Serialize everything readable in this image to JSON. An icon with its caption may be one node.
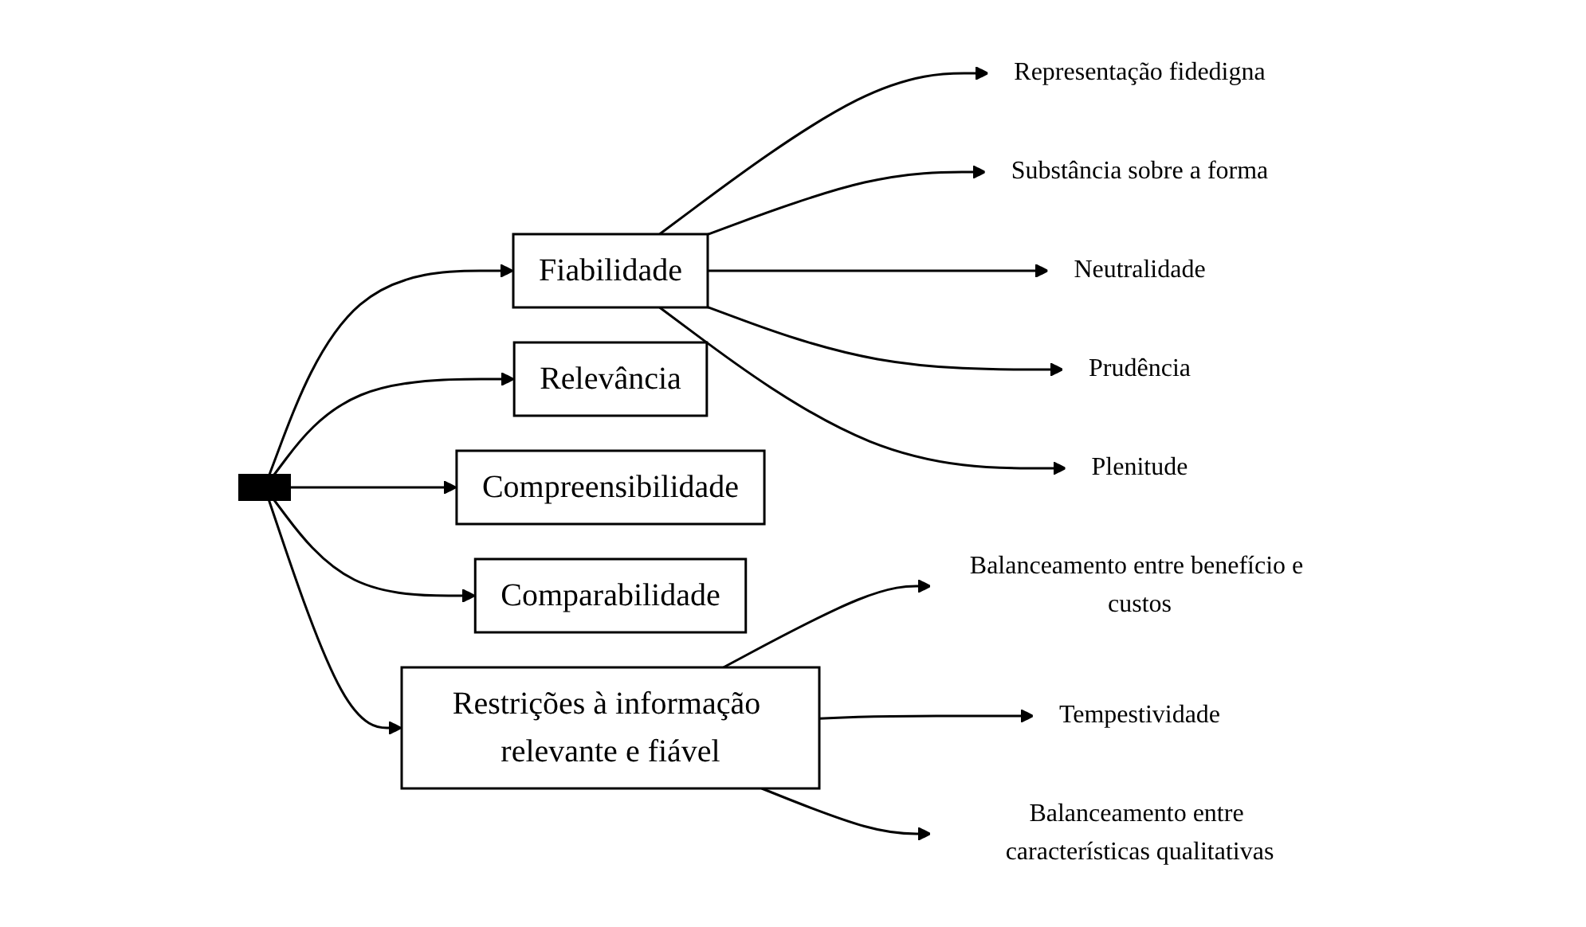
{
  "diagram": {
    "nodes": [
      {
        "text": [],
        "shape": "bar"
      },
      {
        "text": [
          "Relevância"
        ]
      },
      {
        "text": [
          "Compreensibilidade"
        ]
      },
      {
        "text": [
          "Comparabilidade"
        ]
      },
      {
        "text": [
          "Fiabilidade"
        ]
      },
      {
        "text": [
          "Restrições à informação relevante e fiável"
        ]
      },
      {
        "text": [
          "Representação fidedigna"
        ]
      },
      {
        "text": [
          "Substância sobre a forma"
        ]
      },
      {
        "text": [
          "Neutralidade"
        ]
      },
      {
        "text": [
          "Prudência"
        ]
      },
      {
        "text": [
          "Plenitude"
        ]
      },
      {
        "text": [
          "Balanceamento entre benefício e custos"
        ]
      },
      {
        "text": [
          "Tempestividade"
        ]
      },
      {
        "text": [
          "Balanceamento entre características qualitativas"
        ]
      }
    ],
    "edges": [
      {
        "from": 0,
        "to": 1,
        "arrow": "to"
      },
      {
        "from": 0,
        "to": 4,
        "arrow": "to"
      },
      {
        "from": 0,
        "to": 2,
        "arrow": "to"
      },
      {
        "from": 0,
        "to": 5,
        "arrow": "to"
      },
      {
        "from": 0,
        "to": 3,
        "arrow": "to"
      },
      {
        "from": 4,
        "to": 6,
        "arrow": "to"
      },
      {
        "from": 4,
        "to": 7,
        "arrow": "to"
      },
      {
        "from": 4,
        "to": 8,
        "arrow": "to"
      },
      {
        "from": 4,
        "to": 9,
        "arrow": "to"
      },
      {
        "from": 4,
        "to": 10,
        "arrow": "to"
      },
      {
        "from": 5,
        "to": 11,
        "arrow": "to"
      },
      {
        "from": 5,
        "to": 12,
        "arrow": "to"
      },
      {
        "from": 5,
        "to": 13,
        "arrow": "to"
      }
    ]
  }
}
